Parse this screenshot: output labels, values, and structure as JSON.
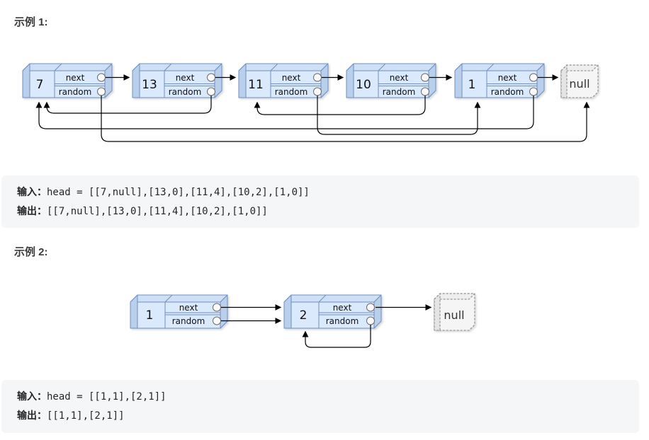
{
  "colors": {
    "node_fill": "#dbe9fc",
    "node_top_fill": "#cfe0f6",
    "node_side_fill": "#b9cfeb",
    "node_stroke": "#6f8fbe",
    "null_fill": "#f5f5f5",
    "null_stroke": "#999999",
    "connector_color": "#000000",
    "code_block_bg": "#f5f6f7",
    "heading_color": "#3b3b3b",
    "code_text_color": "#262626"
  },
  "example1": {
    "heading": "示例 1:",
    "nodes": [
      {
        "value": "7",
        "next": "next",
        "random": "random"
      },
      {
        "value": "13",
        "next": "next",
        "random": "random"
      },
      {
        "value": "11",
        "next": "next",
        "random": "random"
      },
      {
        "value": "10",
        "next": "next",
        "random": "random"
      },
      {
        "value": "1",
        "next": "next",
        "random": "random"
      }
    ],
    "null_label": "null",
    "io": {
      "input_label": "输入：",
      "input_code": "head = [[7,null],[13,0],[11,4],[10,2],[1,0]]",
      "output_label": "输出：",
      "output_code": "[[7,null],[13,0],[11,4],[10,2],[1,0]]"
    }
  },
  "example2": {
    "heading": "示例 2:",
    "nodes": [
      {
        "value": "1",
        "next": "next",
        "random": "random"
      },
      {
        "value": "2",
        "next": "next",
        "random": "random"
      }
    ],
    "null_label": "null",
    "io": {
      "input_label": "输入：",
      "input_code": "head = [[1,1],[2,1]]",
      "output_label": "输出：",
      "output_code": "[[1,1],[2,1]]"
    }
  }
}
